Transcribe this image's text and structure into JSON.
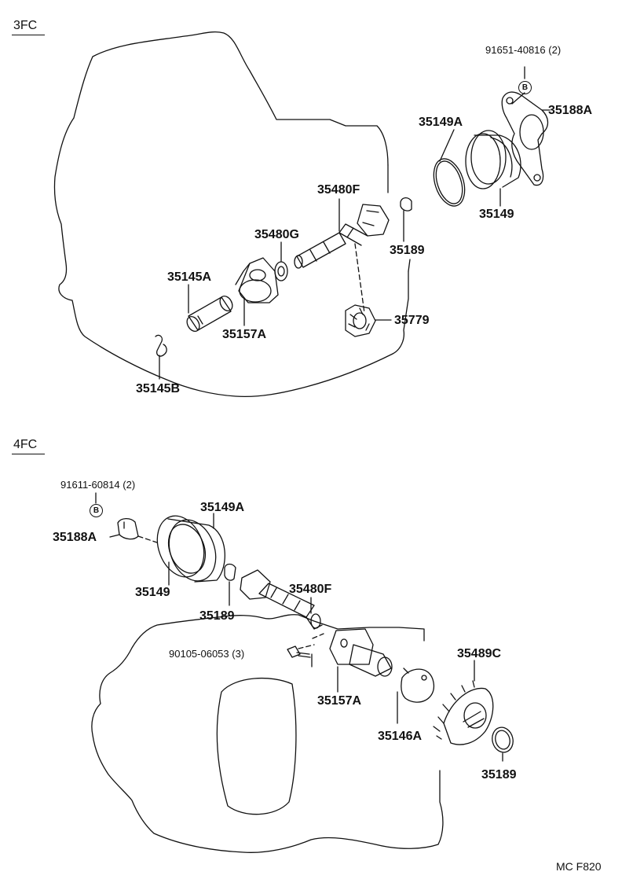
{
  "sections": {
    "top": "3FC",
    "bottom": "4FC"
  },
  "top_labels": {
    "bolt": "91651-40816",
    "bolt_qty": "(2)",
    "bolt_mark": "B",
    "p35188A": "35188A",
    "p35149A": "35149A",
    "p35149": "35149",
    "p35480F": "35480F",
    "p35480G": "35480G",
    "p35189": "35189",
    "p35145A": "35145A",
    "p35157A": "35157A",
    "p35779": "35779",
    "p35145B": "35145B"
  },
  "bottom_labels": {
    "bolt": "91611-60814",
    "bolt_qty": "(2)",
    "bolt_mark": "B",
    "p35149A": "35149A",
    "p35188A": "35188A",
    "p35149": "35149",
    "p35189a": "35189",
    "p35480F": "35480F",
    "screw": "90105-06053",
    "screw_qty": "(3)",
    "p35157A": "35157A",
    "p35489C": "35489C",
    "p35146A": "35146A",
    "p35189b": "35189"
  },
  "reference": "MC F820"
}
